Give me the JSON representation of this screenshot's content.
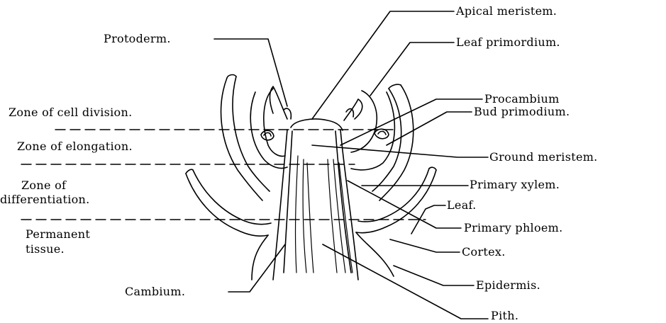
{
  "labels": {
    "apical_meristem": "Apical meristem.",
    "protoderm": "Protoderm.",
    "leaf_primordium": "Leaf primordium.",
    "procambium": "Procambium",
    "bud_primodium": "Bud primodium.",
    "ground_meristem": "Ground meristem.",
    "primary_xylem": "Primary xylem.",
    "leaf": "Leaf.",
    "primary_phloem": "Primary phloem.",
    "cortex": "Cortex.",
    "epidermis": "Epidermis.",
    "pith": "Pith.",
    "cambium": "Cambium."
  },
  "zones": {
    "cell_division": "Zone of cell division.",
    "elongation": "Zone of elongation.",
    "differentiation_line1": "Zone of",
    "differentiation_line2": "differentiation.",
    "permanent_line1": "Permanent",
    "permanent_line2": "tissue."
  }
}
